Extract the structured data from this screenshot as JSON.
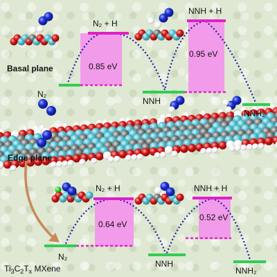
{
  "labels": {
    "basal_plane": "Basal plane",
    "edge_plane": "Edge plane",
    "material": "Ti",
    "material_sub1": "3",
    "material_mid": "C",
    "material_sub2": "2",
    "material_mid2": "T",
    "material_sub3": "x",
    "material_end": " MXene"
  },
  "basal": {
    "states": {
      "n2_h": "N₂ + H",
      "nnh_h": "NNH + H",
      "n2": "N₂",
      "nnh": "NNH",
      "nnh2": "NNH₂"
    },
    "barriers": [
      "0.85 eV",
      "0.95 eV"
    ]
  },
  "edge": {
    "states": {
      "n2_h": "N₂ + H",
      "nnh_h": "NNH + H",
      "n2": "N₂",
      "nnh": "NNH",
      "nnh2": "NNH₂"
    },
    "barriers": [
      "0.64 eV",
      "0.52 eV"
    ]
  },
  "colors": {
    "transition_state": "#e020c8",
    "stable_state": "#33cc55",
    "barrier_fill": "#f29bea",
    "path": "#1a1aa8",
    "ti": "#5cc4d4",
    "c": "#7a7a7a",
    "o": "#d81818",
    "h": "#ffffff",
    "n": "#1c2fd8",
    "arrow": "#c8895a"
  }
}
